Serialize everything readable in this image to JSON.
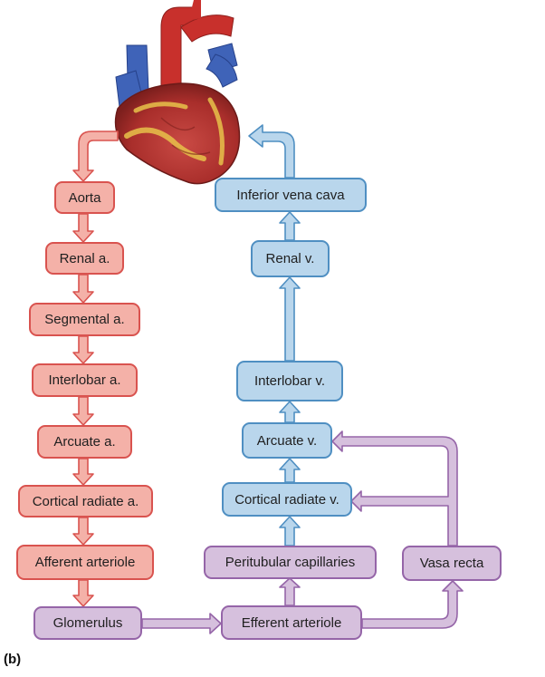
{
  "panel_label": "(b)",
  "colors": {
    "arterial_fill": "#f4b1a8",
    "arterial_stroke": "#d9534f",
    "venous_fill": "#b9d6ec",
    "venous_stroke": "#4f8fc2",
    "capillary_fill": "#d6c0dd",
    "capillary_stroke": "#9565a8"
  },
  "heart": {
    "icon": "heart-illustration"
  },
  "arterial": {
    "aorta": "Aorta",
    "renal_a": "Renal a.",
    "segmental_a": "Segmental a.",
    "interlobar_a": "Interlobar a.",
    "arcuate_a": "Arcuate a.",
    "cortical_radiate_a": "Cortical radiate a.",
    "afferent_arteriole": "Afferent arteriole"
  },
  "capillary": {
    "glomerulus": "Glomerulus",
    "efferent_arteriole": "Efferent arteriole",
    "peritubular_capillaries": "Peritubular capillaries",
    "vasa_recta": "Vasa recta"
  },
  "venous": {
    "cortical_radiate_v": "Cortical radiate v.",
    "arcuate_v": "Arcuate v.",
    "interlobar_v": "Interlobar v.",
    "renal_v": "Renal v.",
    "inferior_vena_cava": "Inferior vena cava"
  }
}
